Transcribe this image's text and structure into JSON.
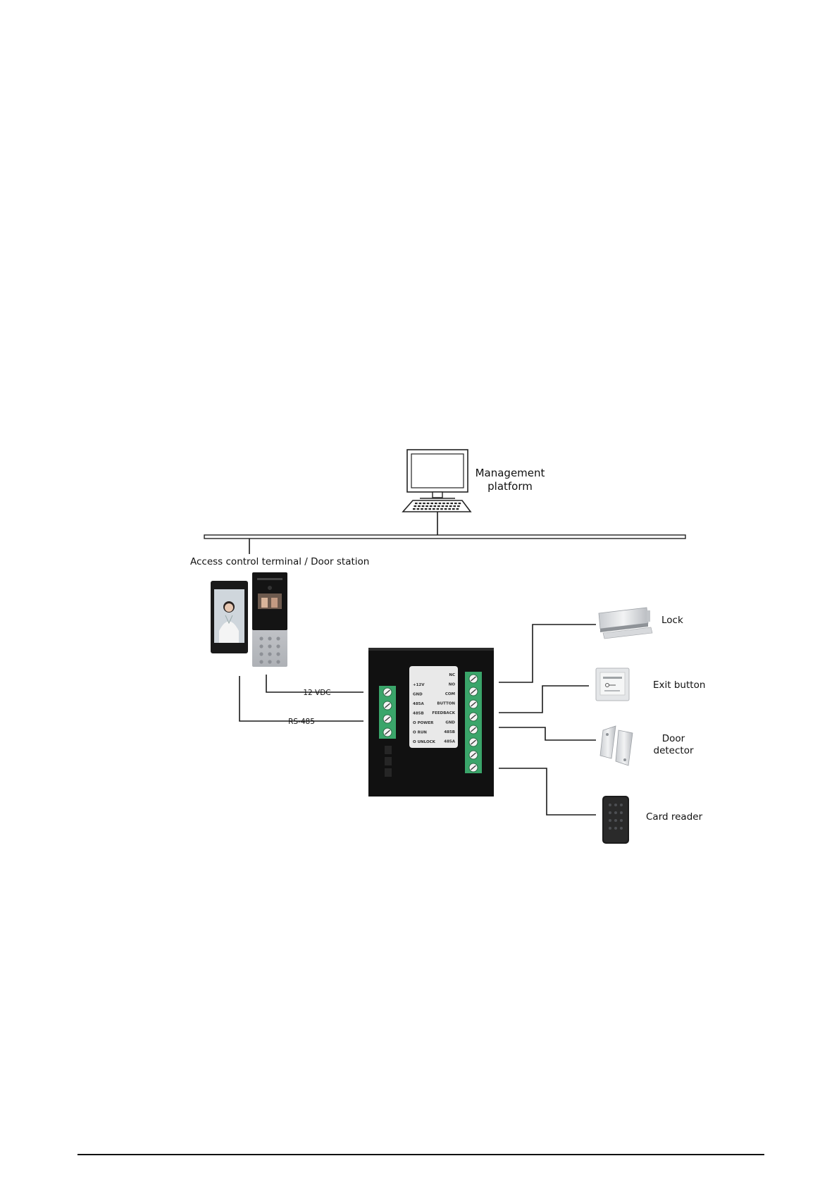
{
  "labels": {
    "management_line1": "Management",
    "management_line2": "platform",
    "terminal": "Access control terminal / Door station",
    "power": "12 VDC",
    "rs485": "RS-485",
    "lock": "Lock",
    "exit_button": "Exit button",
    "door_detector_line1": "Door",
    "door_detector_line2": "detector",
    "card_reader": "Card reader"
  },
  "module_panel": {
    "left": [
      "+12V",
      "GND",
      "485A",
      "485B",
      "O POWER",
      "O RUN",
      "O UNLOCK"
    ],
    "right": [
      "NC",
      "NO",
      "COM",
      "BUTTON",
      "FEEDBACK",
      "GND",
      "485B",
      "485A"
    ]
  },
  "colors": {
    "wire": "#1a1a1a",
    "module_body": "#111111",
    "terminal_block": "#3aa56a",
    "panel": "#e9e9e9"
  }
}
